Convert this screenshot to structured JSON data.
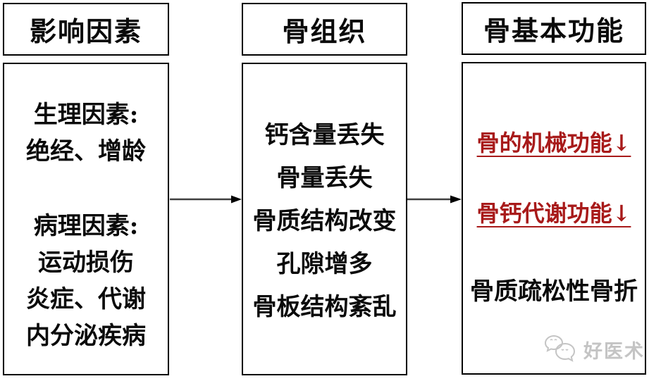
{
  "colors": {
    "accent_red": "#a81a1a",
    "border_black": "#000000",
    "arrow_gray": "#3f3f3f",
    "watermark_gray": "#c4c4c4"
  },
  "columns": [
    {
      "header": "影响因素",
      "lines": [
        "生理因素:",
        "绝经、增龄",
        "病理因素:",
        "运动损伤",
        "炎症、代谢",
        "内分泌疾病"
      ]
    },
    {
      "header": "骨组织",
      "lines": [
        "钙含量丢失",
        "骨量丢失",
        "骨质结构改变",
        "孔隙增多",
        "骨板结构紊乱"
      ]
    },
    {
      "header": "骨基本功能",
      "lines": [
        "骨的机械功能↓",
        "骨钙代谢功能↓",
        "骨质疏松性骨折"
      ]
    }
  ],
  "icons": {
    "arrow_1": "right-arrow",
    "arrow_2": "right-arrow",
    "watermark_logo": "speech-bubbles"
  },
  "watermark": {
    "text": "好医术"
  }
}
